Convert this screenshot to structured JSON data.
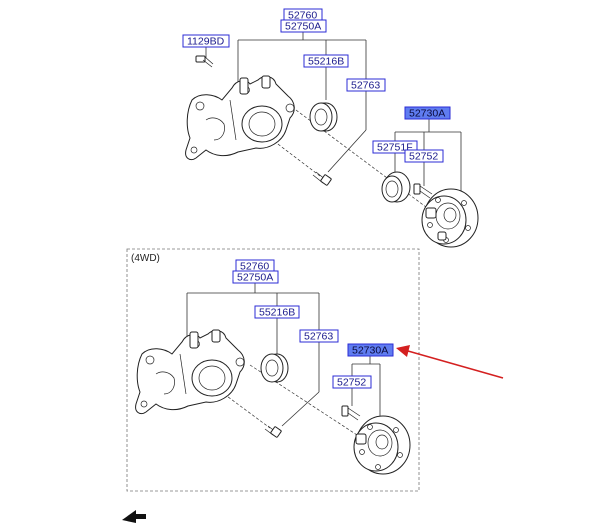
{
  "top_group": {
    "bolt_label": "1129BD",
    "knuckle_label_1": "52760",
    "knuckle_label_2": "52750A",
    "bearing_label": "55216B",
    "nut_label": "52763",
    "hub_assy_label": "52730A",
    "cap_label": "52751F",
    "hub_bolt_label": "52752"
  },
  "awd_group": {
    "section_title": "(4WD)",
    "knuckle_label_1": "52760",
    "knuckle_label_2": "52750A",
    "bearing_label": "55216B",
    "nut_label": "52763",
    "hub_assy_label": "52730A",
    "hub_bolt_label": "52752"
  },
  "colors": {
    "label_border": "#2b2bd6",
    "label_text": "#1a1a8c",
    "highlight_fill": "#5f7cf0",
    "arrow": "#d42020"
  }
}
